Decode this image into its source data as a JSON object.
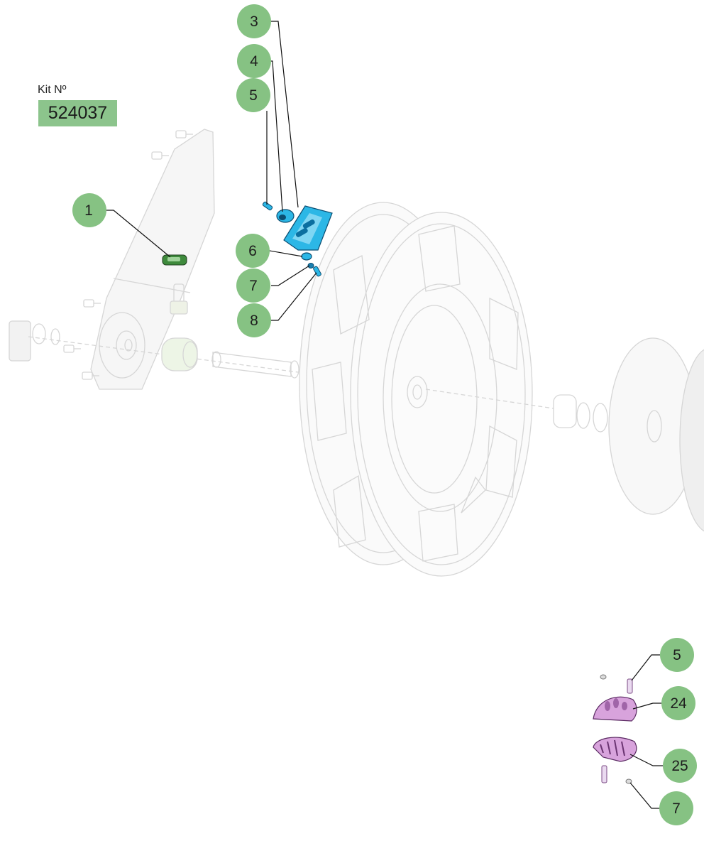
{
  "kit": {
    "label": "Kit Nº",
    "number": "524037"
  },
  "callouts": [
    {
      "id": "c3",
      "label": "3"
    },
    {
      "id": "c4",
      "label": "4"
    },
    {
      "id": "c5a",
      "label": "5"
    },
    {
      "id": "c1",
      "label": "1"
    },
    {
      "id": "c6",
      "label": "6"
    },
    {
      "id": "c7a",
      "label": "7"
    },
    {
      "id": "c8",
      "label": "8"
    },
    {
      "id": "c5b",
      "label": "5"
    },
    {
      "id": "c24",
      "label": "24"
    },
    {
      "id": "c25",
      "label": "25"
    },
    {
      "id": "c7b",
      "label": "7"
    }
  ],
  "colors": {
    "callout_fill": "#86c283",
    "highlight_blue": "#2cb7e6",
    "highlight_green": "#3e8a3c",
    "highlight_pink": "#d8a3dc",
    "ghost_line": "#d9d9d9"
  }
}
